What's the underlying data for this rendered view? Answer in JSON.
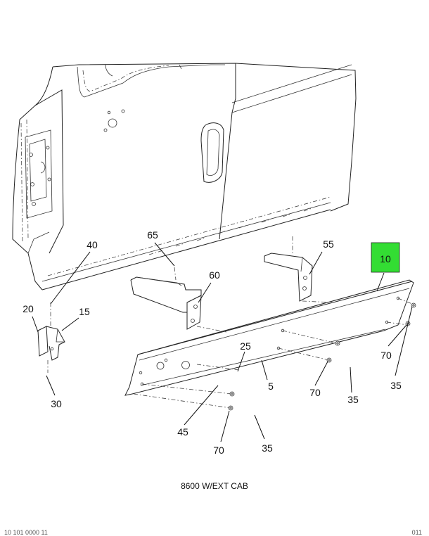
{
  "callouts": {
    "c10": "10",
    "c65": "65",
    "c55": "55",
    "c40": "40",
    "c60": "60",
    "c20": "20",
    "c15": "15",
    "c25": "25",
    "c5": "5",
    "c70a": "70",
    "c70b": "70",
    "c70c": "70",
    "c35a": "35",
    "c35b": "35",
    "c35c": "35",
    "c30": "30",
    "c45": "45"
  },
  "caption": "8600 W/EXT CAB",
  "footer": {
    "left": "10 101 0000 11",
    "right": "011"
  },
  "colors": {
    "highlight": "#33dd33",
    "line": "#222222"
  }
}
